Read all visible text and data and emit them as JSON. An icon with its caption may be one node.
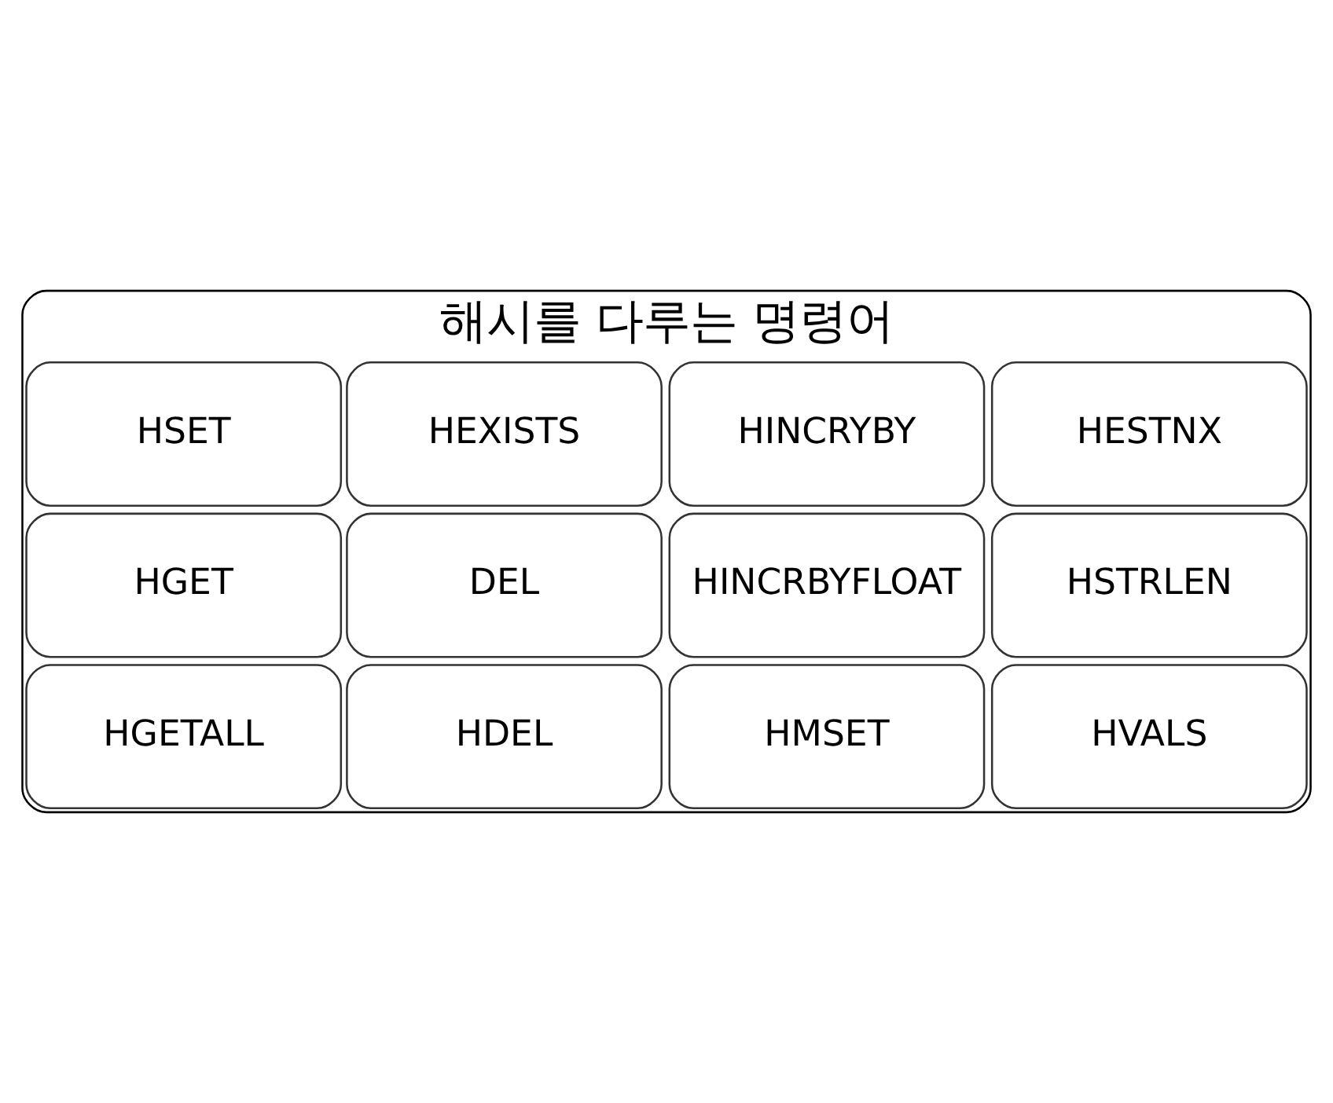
{
  "diagram": {
    "nodes": [
      {
        "text": [
          "해시를 다루는 명령어"
        ]
      },
      {
        "text": [
          "HSET"
        ],
        "in": 0
      },
      {
        "text": [
          "HGET"
        ],
        "in": 0
      },
      {
        "text": [
          "HGETALL"
        ],
        "in": 0
      },
      {
        "text": [
          "HEXISTS"
        ],
        "in": 0
      },
      {
        "text": [
          "DEL"
        ],
        "in": 0
      },
      {
        "text": [
          "HDEL"
        ],
        "in": 0
      },
      {
        "text": [
          "HINCRYBY"
        ],
        "in": 0
      },
      {
        "text": [
          "HINCRBYFLOAT"
        ],
        "in": 0
      },
      {
        "text": [
          "HMSET"
        ],
        "in": 0
      },
      {
        "text": [
          "HESTNX"
        ],
        "in": 0
      },
      {
        "text": [
          "HSTRLEN"
        ],
        "in": 0
      },
      {
        "text": [
          "HVALS"
        ],
        "in": 0
      }
    ],
    "edges": []
  }
}
